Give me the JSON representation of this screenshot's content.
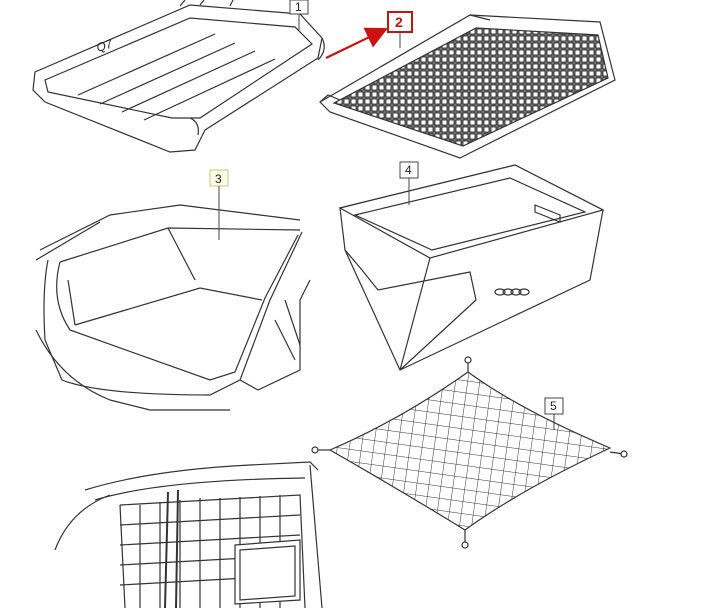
{
  "parts": [
    {
      "number": "1"
    },
    {
      "number": "2",
      "highlighted": true
    },
    {
      "number": "3"
    },
    {
      "number": "4"
    },
    {
      "number": "5"
    }
  ],
  "tray_marking": "Q7",
  "colors": {
    "highlight": "#cc1111",
    "label3_box": "#c9c97a",
    "line": "#333333"
  }
}
